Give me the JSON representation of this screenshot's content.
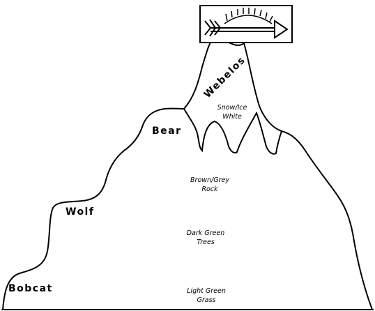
{
  "ranks": {
    "bobcat": "Bobcat",
    "wolf": "Wolf",
    "bear": "Bear",
    "webelos": "Webelos"
  },
  "zones": {
    "snow": {
      "line1": "Snow/Ice",
      "line2": "White"
    },
    "rock": {
      "line1": "Brown/Grey",
      "line2": "Rock"
    },
    "trees": {
      "line1": "Dark Green",
      "line2": "Trees"
    },
    "grass": {
      "line1": "Light Green",
      "line2": "Grass"
    }
  },
  "emblem": "arrow-of-light-icon",
  "colors": {
    "outline": "#000000",
    "background": "#ffffff"
  }
}
